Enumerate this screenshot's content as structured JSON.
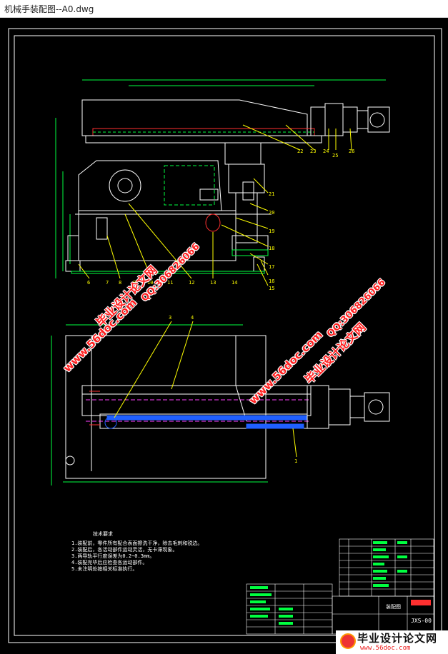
{
  "window": {
    "title": "机械手装配图--A0.dwg"
  },
  "drawing": {
    "callouts_top": [
      "22",
      "23",
      "24",
      "25",
      "26"
    ],
    "callouts_right": [
      "21",
      "20",
      "19",
      "18",
      "17",
      "16",
      "15"
    ],
    "callouts_bottom": [
      "6",
      "7",
      "8",
      "9",
      "10",
      "11",
      "12",
      "13",
      "14"
    ],
    "callouts_plan": [
      "3",
      "4",
      "1"
    ],
    "tech_title": "技术要求",
    "tech_notes": [
      "1.装配前，零件所有配合表面擦洗干净，除去毛刺和锐边。",
      "2.装配后，各活动部件运动灵活，无卡滞现象。",
      "3.两导轨平行度误差为0.2~0.3mm。",
      "4.装配完毕后应检查各运动部件。",
      "5.未注明处按相关标准执行。"
    ],
    "title_block": {
      "drawing_no": "JXS-00",
      "drawing_name": "装配图"
    }
  },
  "watermarks": {
    "site1": "www.56doc.com",
    "brand1": "毕业设计论文网",
    "qq1": "QQ:306826066",
    "site2": "www.56doc.com",
    "brand2": "毕业设计论文网",
    "qq2": "QQ:306826066"
  },
  "footer": {
    "brand": "毕业设计论文网",
    "url": "www.56doc.com"
  },
  "colors": {
    "background": "#000000",
    "line": "#ffffff",
    "dim": "#00ff40",
    "accent": "#2060ff",
    "leader": "#ffff00",
    "watermark": "#ff2020"
  }
}
